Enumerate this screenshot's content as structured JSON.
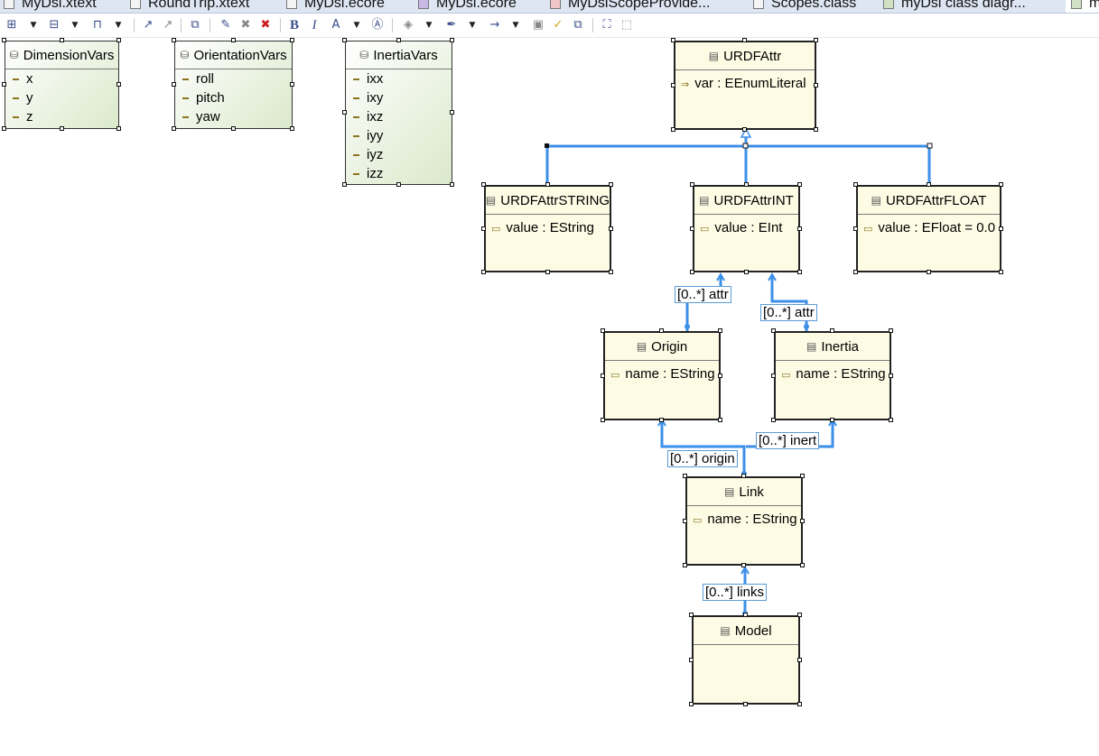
{
  "tabs": [
    {
      "label": "MyDsl.xtext",
      "icon": "xtext-file-icon"
    },
    {
      "label": "RoundTrip.xtext",
      "icon": "xtext-file-icon"
    },
    {
      "label": "MyDsl.ecore",
      "icon": "ecore-file-icon"
    },
    {
      "label": "MyDsl.ecore",
      "icon": "ecore-model-icon"
    },
    {
      "label": "MyDslScopeProvide...",
      "icon": "java-file-icon"
    },
    {
      "label": "Scopes.class",
      "icon": "class-file-icon"
    },
    {
      "label": "myDsl class diagr...",
      "icon": "diagram-icon"
    },
    {
      "label": "m",
      "icon": "diagram-icon"
    }
  ],
  "toolbar": {
    "bold": "B",
    "italic": "I",
    "font_color": "A",
    "arrow": "→"
  },
  "enums": [
    {
      "name": "DimensionVars",
      "literals": [
        "x",
        "y",
        "z"
      ]
    },
    {
      "name": "OrientationVars",
      "literals": [
        "roll",
        "pitch",
        "yaw"
      ]
    },
    {
      "name": "InertiaVars",
      "literals": [
        "ixx",
        "ixy",
        "ixz",
        "iyy",
        "iyz",
        "izz"
      ]
    }
  ],
  "classes": {
    "urdfattr": {
      "name": "URDFAttr",
      "attr": "var : EEnumLiteral"
    },
    "urdfattrstring": {
      "name": "URDFAttrSTRING",
      "attr": "value : EString"
    },
    "urdfattrint": {
      "name": "URDFAttrINT",
      "attr": "value : EInt"
    },
    "urdfattrfloat": {
      "name": "URDFAttrFLOAT",
      "attr": "value : EFloat = 0.0"
    },
    "origin": {
      "name": "Origin",
      "attr": "name : EString"
    },
    "inertia": {
      "name": "Inertia",
      "attr": "name : EString"
    },
    "link": {
      "name": "Link",
      "attr": "name : EString"
    },
    "model": {
      "name": "Model"
    }
  },
  "references": {
    "origin_attr": "[0..*] attr",
    "inertia_attr": "[0..*] attr",
    "link_origin": "[0..*] origin",
    "link_inert": "[0..*] inert",
    "model_links": "[0..*] links"
  },
  "colors": {
    "connector": "#3c8fe8",
    "class_fill": "#fdfbe4",
    "enum_fill": "#dbe9cb",
    "tabbar": "#dde6f2"
  }
}
